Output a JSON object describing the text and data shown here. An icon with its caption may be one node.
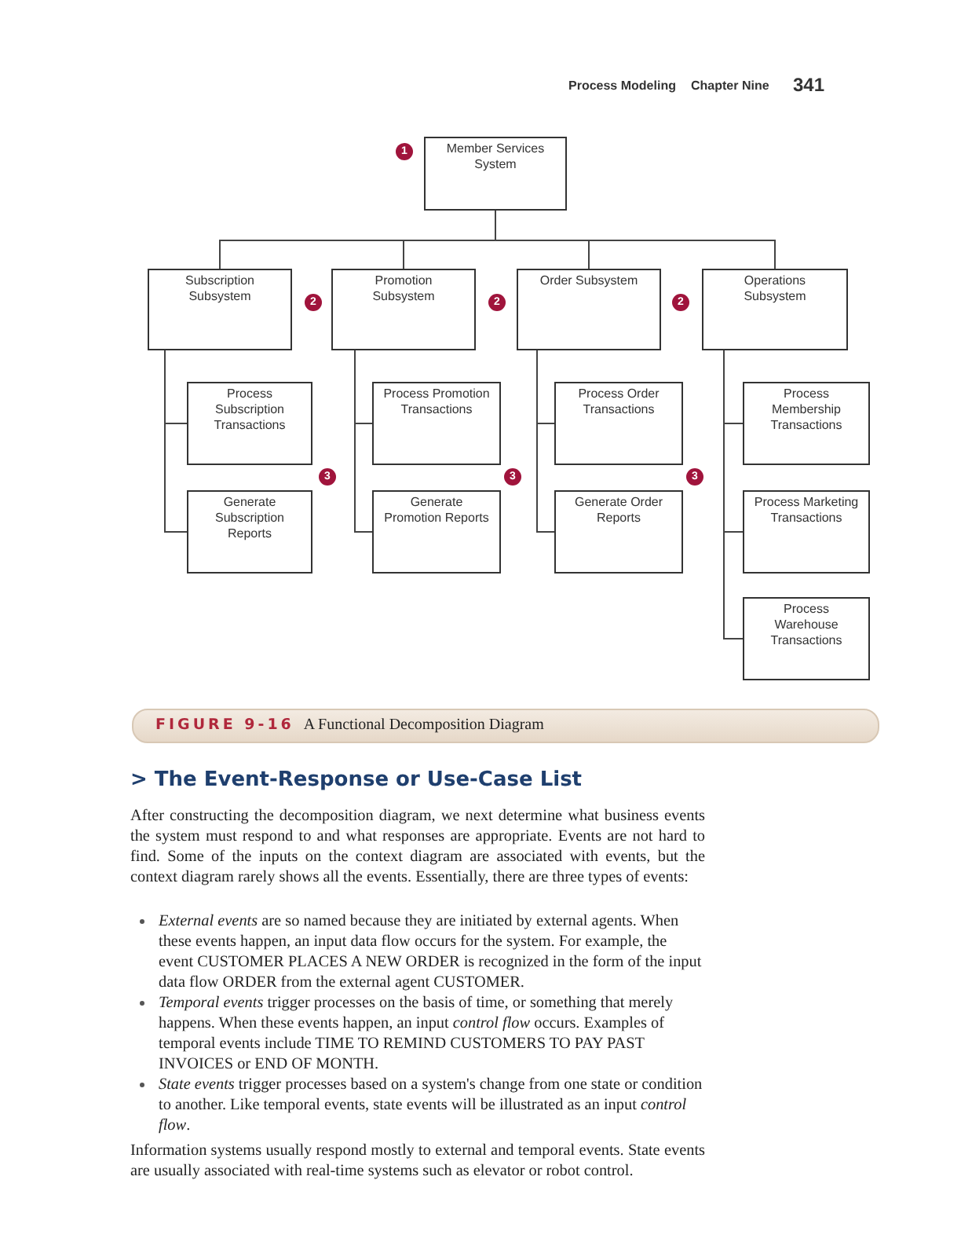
{
  "diagram": {
    "caption": "**FIGURE 9-16** A Functional Decomposition Diagram",
    "nodes": [
      {
        "text": [
          "Member Services System"
        ]
      },
      {
        "text": [
          "Subscription Subsystem"
        ]
      },
      {
        "text": [
          "Promotion Subsystem"
        ]
      },
      {
        "text": [
          "Order Subsystem"
        ]
      },
      {
        "text": [
          "Operations Subsystem"
        ]
      },
      {
        "text": [
          "Process Subscription Transactions"
        ]
      },
      {
        "text": [
          "Generate Subscription Reports"
        ]
      },
      {
        "text": [
          "Process Promotion Transactions"
        ]
      },
      {
        "text": [
          "Generate Promotion Reports"
        ]
      },
      {
        "text": [
          "Process Order Transactions"
        ]
      },
      {
        "text": [
          "Generate Order Reports"
        ]
      },
      {
        "text": [
          "Process Membership Transactions"
        ]
      },
      {
        "text": [
          "Process Marketing Transactions"
        ]
      },
      {
        "text": [
          "Process Warehouse Transactions"
        ]
      }
    ],
    "edges": [
      {
        "from": 0,
        "to": 1,
        "arrow": "none"
      },
      {
        "from": 0,
        "to": 2,
        "arrow": "none"
      },
      {
        "from": 0,
        "to": 3,
        "arrow": "none"
      },
      {
        "from": 0,
        "to": 4,
        "arrow": "none"
      },
      {
        "from": 1,
        "to": 5,
        "arrow": "none"
      },
      {
        "from": 1,
        "to": 6,
        "arrow": "none"
      },
      {
        "from": 2,
        "to": 7,
        "arrow": "none"
      },
      {
        "from": 2,
        "to": 8,
        "arrow": "none"
      },
      {
        "from": 3,
        "to": 9,
        "arrow": "none"
      },
      {
        "from": 3,
        "to": 10,
        "arrow": "none"
      },
      {
        "from": 4,
        "to": 11,
        "arrow": "none"
      },
      {
        "from": 4,
        "to": 12,
        "arrow": "none"
      },
      {
        "from": 4,
        "to": 13,
        "arrow": "none"
      }
    ],
    "labels": [
      "Process Modeling",
      "Chapter Nine",
      "341",
      "1",
      "2",
      "2",
      "2",
      "3",
      "3",
      "3",
      "> The Event-Response or Use-Case List",
      "After constructing the decomposition diagram, we next determine what business events the system must respond to and what responses are appropriate. Events are not hard to find. Some of the inputs on the context diagram are associated with events, but the context diagram rarely shows all the events. Essentially, there are three types of events:",
      "*External events* are so named because they are initiated by external agents. When these events happen, an input data flow occurs for the system. For example, the event CUSTOMER PLACES A NEW ORDER is recognized in the form of the input data flow ORDER from the external agent CUSTOMER.",
      "*Temporal events* trigger processes on the basis of time, or something that merely happens. When these events happen, an input *control flow* occurs. Examples of temporal events include TIME TO REMIND CUSTOMERS TO PAY PAST INVOICES or END OF MONTH.",
      "*State events* trigger processes based on a system's change from one state or condition to another. Like temporal events, state events will be illustrated as an input *control flow*.",
      "Information systems usually respond mostly to external and temporal events. State events are usually associated with real-time systems such as elevator or robot control."
    ]
  }
}
